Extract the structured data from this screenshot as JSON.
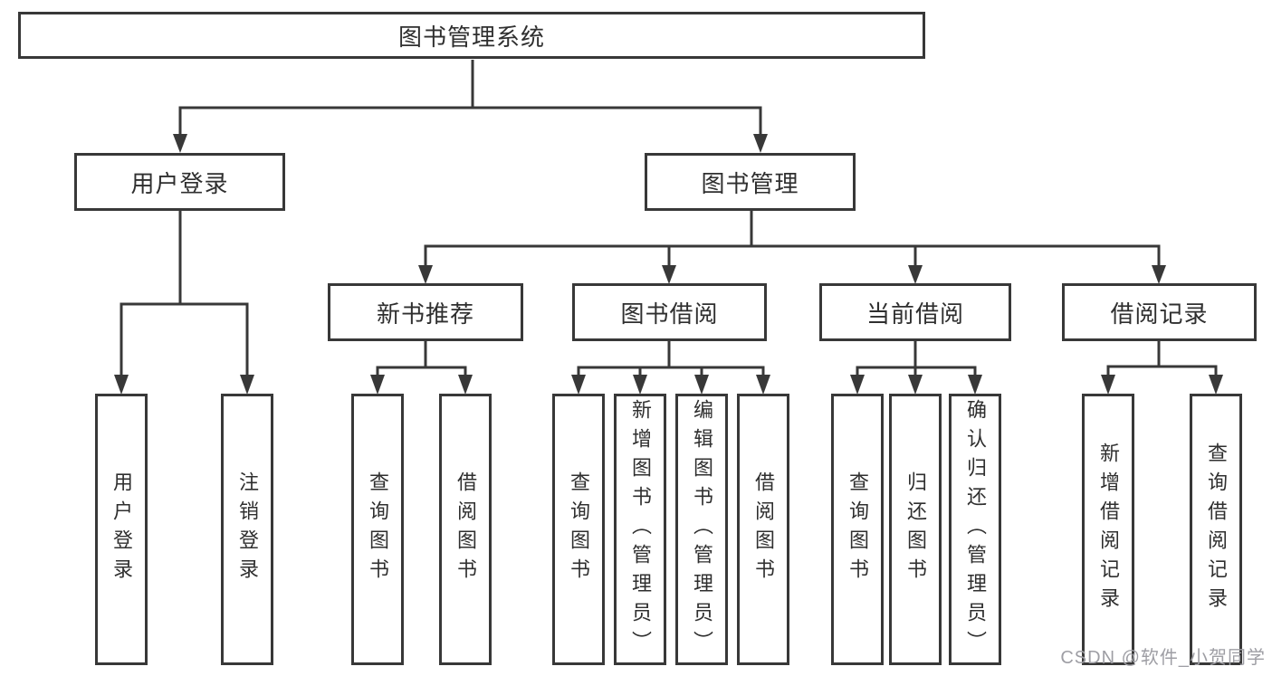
{
  "tree": {
    "label": "图书管理系统",
    "children": [
      {
        "label": "用户登录",
        "children": [
          {
            "label": "用户登录"
          },
          {
            "label": "注销登录"
          }
        ]
      },
      {
        "label": "图书管理",
        "children": [
          {
            "label": "新书推荐",
            "children": [
              {
                "label": "查询图书"
              },
              {
                "label": "借阅图书"
              }
            ]
          },
          {
            "label": "图书借阅",
            "children": [
              {
                "label": "查询图书"
              },
              {
                "label": "新增图书（管理员）"
              },
              {
                "label": "编辑图书（管理员）"
              },
              {
                "label": "借阅图书"
              }
            ]
          },
          {
            "label": "当前借阅",
            "children": [
              {
                "label": "查询图书"
              },
              {
                "label": "归还图书"
              },
              {
                "label": "确认归还（管理员）"
              }
            ]
          },
          {
            "label": "借阅记录",
            "children": [
              {
                "label": "新增借阅记录"
              },
              {
                "label": "查询借阅记录"
              }
            ]
          }
        ]
      }
    ]
  },
  "watermark": {
    "text": "CSDN @软件_小贺同学"
  },
  "colors": {
    "line": "#383838",
    "text": "#2f2f2f",
    "background": "#ffffff",
    "watermark": "#9e9ea4"
  }
}
